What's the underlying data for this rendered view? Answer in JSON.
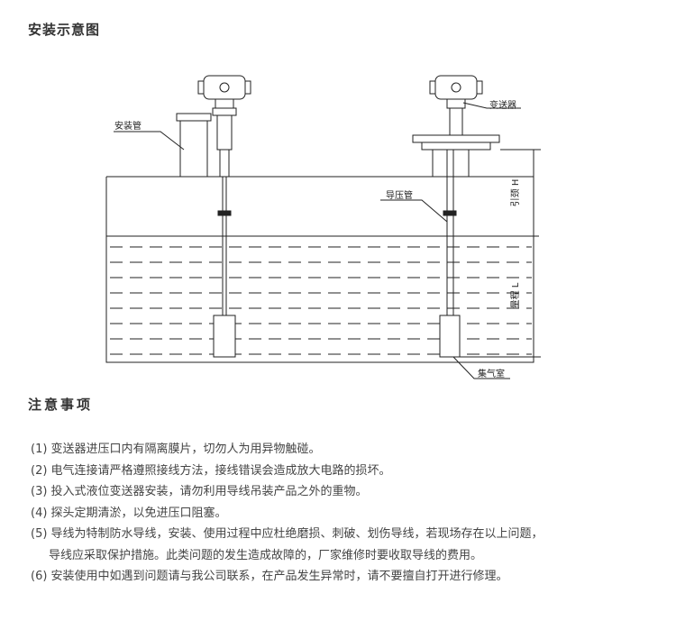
{
  "header": {
    "title": "安装示意图"
  },
  "diagram": {
    "labels": {
      "install_pipe": "安装管",
      "transmitter": "变送器",
      "pressure_tube": "导压管",
      "lead_height": "引颈 H",
      "range": "量程 L",
      "gas_chamber": "集气室"
    }
  },
  "notes": {
    "title": "注意事项",
    "items": [
      "(1) 变送器进压口内有隔离膜片，切勿人为用异物触碰。",
      "(2) 电气连接请严格遵照接线方法，接线错误会造成放大电路的损坏。",
      "(3) 投入式液位变送器安装，请勿利用导线吊装产品之外的重物。",
      "(4) 探头定期清淤，以免进压口阻塞。",
      "(5) 导线为特制防水导线，安装、使用过程中应杜绝磨损、刺破、划伤导线，若现场存在以上问题，",
      "导线应采取保护措施。此类问题的发生造成故障的，厂家维修时要收取导线的费用。",
      "(6) 安装使用中如遇到问题请与我公司联系，在产品发生异常时，请不要擅自打开进行修理。"
    ]
  }
}
